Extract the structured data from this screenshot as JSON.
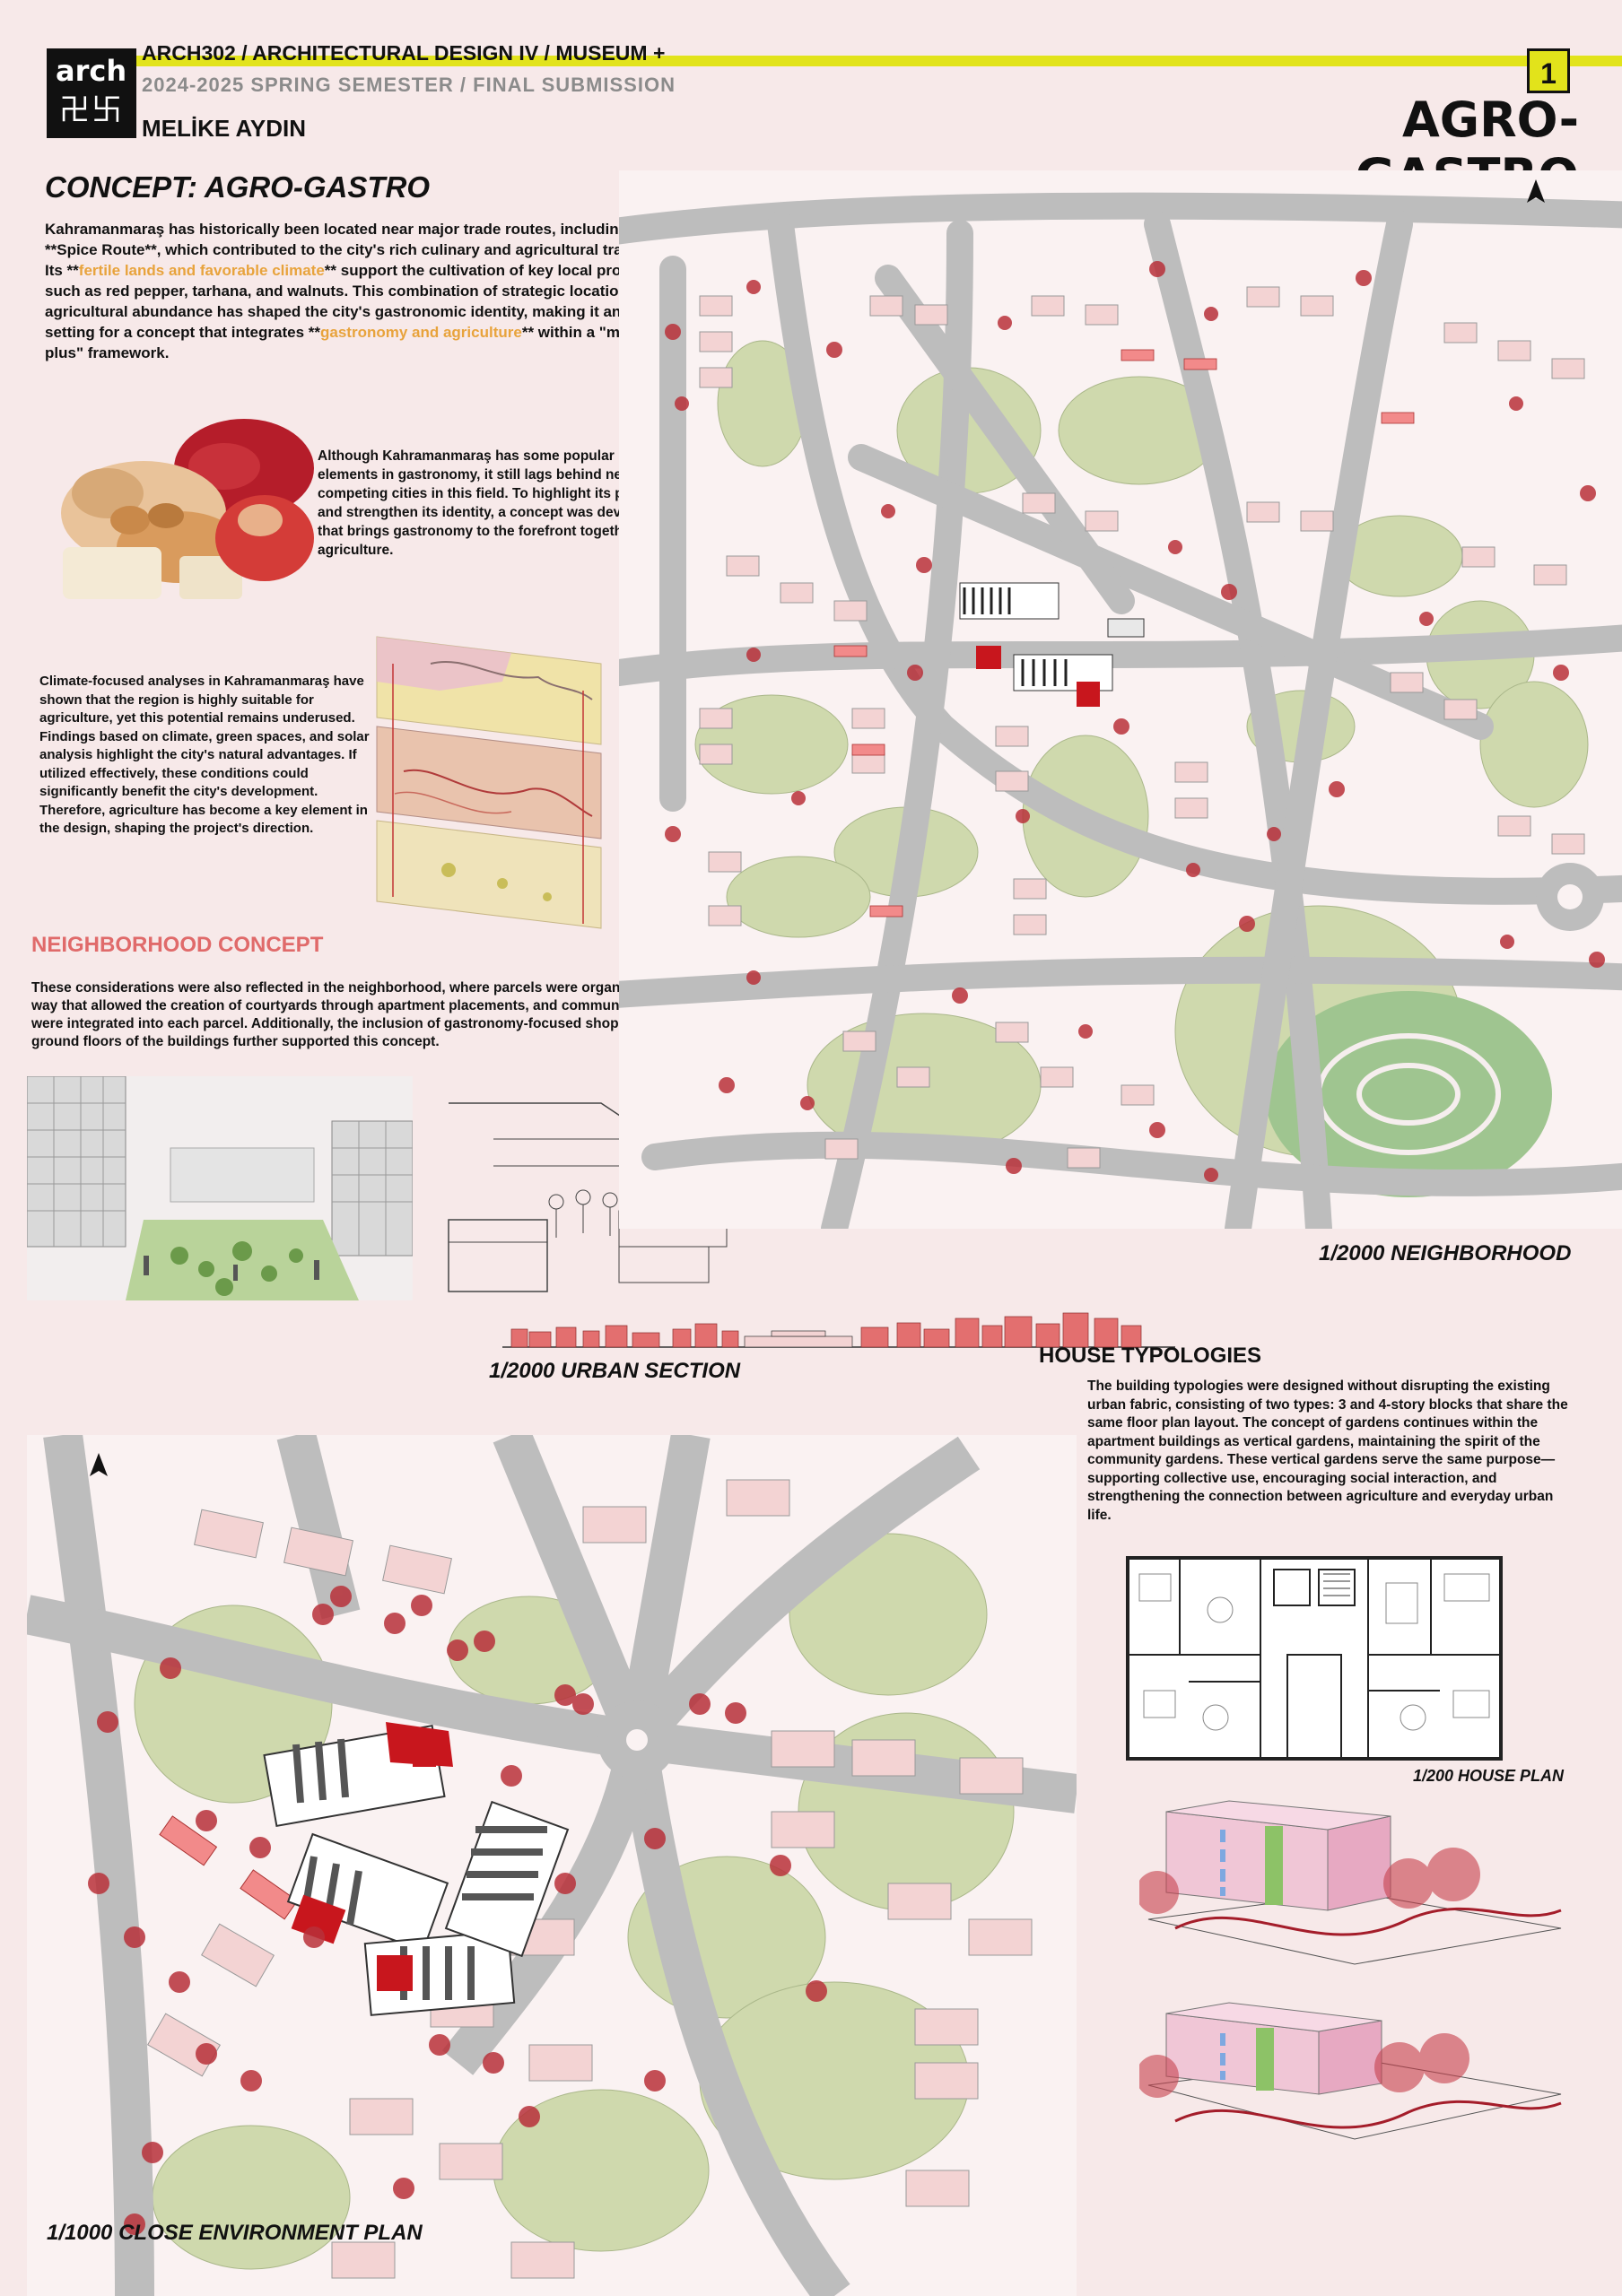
{
  "header": {
    "logo_text": "arch",
    "logo_glyphs": "卍卐",
    "course": "ARCH302 / ARCHITECTURAL DESIGN IV / MUSEUM +",
    "semester": "2024-2025 SPRING SEMESTER / FINAL SUBMISSION",
    "author": "MELİKE AYDIN",
    "page_number": "1",
    "title": "AGRO-GASTRO",
    "accent_color": "#e2e31b"
  },
  "concept": {
    "title": "CONCEPT: AGRO-GASTRO",
    "intro": {
      "p1": "Kahramanmaraş has historically been located near major trade routes, including the **Spice Route**, which contributed to the city's rich culinary and agricultural traditions. Its **",
      "hl1": "fertile lands and favorable climate",
      "p2": "** support the cultivation of key local products such as red pepper, tarhana, and walnuts. This combination of strategic location and agricultural abundance has shaped the city's gastronomic identity, making it an ideal setting for a concept that integrates **",
      "hl2": "gastronomy and agriculture",
      "p3": "** within a \"museum plus\" framework."
    },
    "gastronomy_text": "Although Kahramanmaraş has some popular elements in gastronomy, it still lags behind nearby competing cities in this field. To highlight its potential and strengthen its identity, a concept was developed that brings gastronomy to the forefront together with agriculture.",
    "climate_text": "Climate-focused analyses in Kahramanmaraş have shown that the region is highly suitable for agriculture, yet this potential remains underused. Findings based on climate, green spaces, and solar analysis highlight the city's natural advantages. If utilized effectively, these conditions could significantly benefit the city's development. Therefore, agriculture has become a key element in the design, shaping the project's direction."
  },
  "neighborhood": {
    "title": "NEIGHBORHOOD CONCEPT",
    "text": "These considerations were also reflected in the neighborhood, where parcels were organized in a way that allowed the creation of courtyards through apartment placements, and community gardens were integrated into each parcel. Additionally, the inclusion of gastronomy-focused shops on the ground floors of the buildings further supported this concept.",
    "accent_color": "#e06a6a"
  },
  "captions": {
    "neighborhood_plan": "1/2000 NEIGHBORHOOD",
    "urban_section": "1/2000 URBAN SECTION",
    "close_plan": "1/1000 CLOSE ENVIRONMENT PLAN",
    "house_plan": "1/200 HOUSE PLAN"
  },
  "house": {
    "title": "HOUSE TYPOLOGIES",
    "text": "The building typologies were designed without disrupting the existing urban fabric, consisting of two types: 3 and 4-story blocks that share the same floor plan layout. The concept of gardens continues within the apartment buildings as vertical gardens, maintaining the spirit of the community gardens. These vertical gardens serve the same purpose—supporting collective use, encouraging social interaction, and strengthening the connection between agriculture and everyday urban life."
  },
  "colors": {
    "road": "#bdbdbd",
    "garden": "#cfd9ad",
    "building": "#f3d3d3",
    "tree": "#b8313a",
    "museum_red": "#c8161d"
  }
}
